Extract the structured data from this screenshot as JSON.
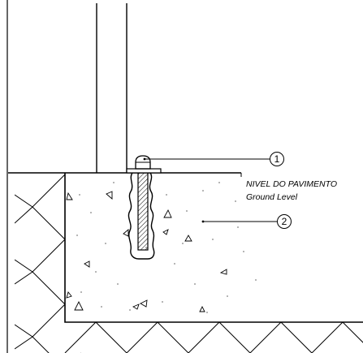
{
  "diagram": {
    "label_pavement_level": "NIVEL DO PAVIMENTO",
    "label_ground_level": "Ground Level",
    "callouts": [
      {
        "number": "1",
        "refers_to": "anchor-bolt-cap"
      },
      {
        "number": "2",
        "refers_to": "concrete-footing"
      }
    ],
    "colors": {
      "line": "#000000",
      "background": "#ffffff",
      "bolt_hatch": "#000000"
    }
  }
}
